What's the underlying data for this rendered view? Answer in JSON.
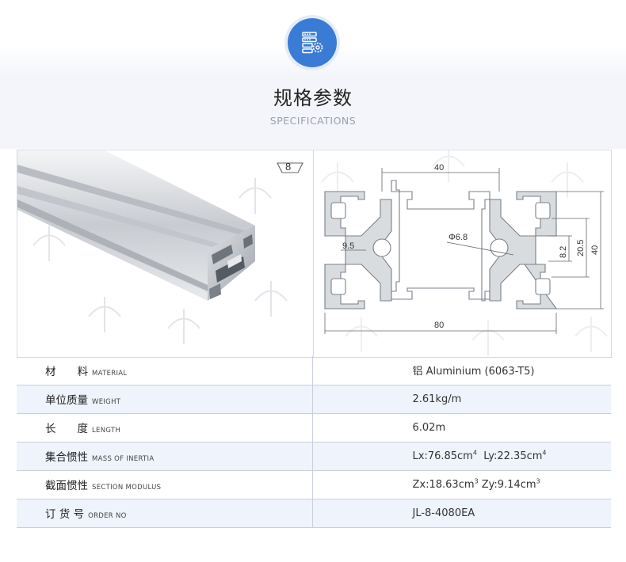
{
  "header": {
    "icon": "spec-sheet-gear-icon",
    "title": "规格参数",
    "subtitle": "SPECIFICATIONS",
    "accent_color": "#3a7bd5"
  },
  "product_photo": {
    "slot_badge": "8",
    "watermark_icon": "yjin-logo-icon"
  },
  "drawing": {
    "dims": {
      "top_width": "40",
      "bottom_width": "80",
      "slot": "9.5",
      "hole": "Φ6.8",
      "d1": "8.2",
      "d2": "20.5",
      "height": "40"
    }
  },
  "specs": [
    {
      "cn": "材　　料",
      "en": "MATERIAL",
      "value": "铝 Aluminium (6063-T5)"
    },
    {
      "cn": "单位质量",
      "en": "WEIGHT",
      "value": "2.61kg/m"
    },
    {
      "cn": "长　　度",
      "en": "LENGTH",
      "value": "6.02m"
    },
    {
      "cn": "集合惯性",
      "en": "MASS OF INERTIA",
      "value_parts": [
        "Lx:76.85cm",
        "4",
        "  Ly:22.35cm",
        "4"
      ]
    },
    {
      "cn": "截面惯性",
      "en": "SECTION MODULUS",
      "value_parts": [
        "Zx:18.63cm",
        "3",
        " Zy:9.14cm",
        "3"
      ]
    },
    {
      "cn": "订 货 号",
      "en": "ORDER NO",
      "value": "JL-8-4080EA"
    }
  ]
}
